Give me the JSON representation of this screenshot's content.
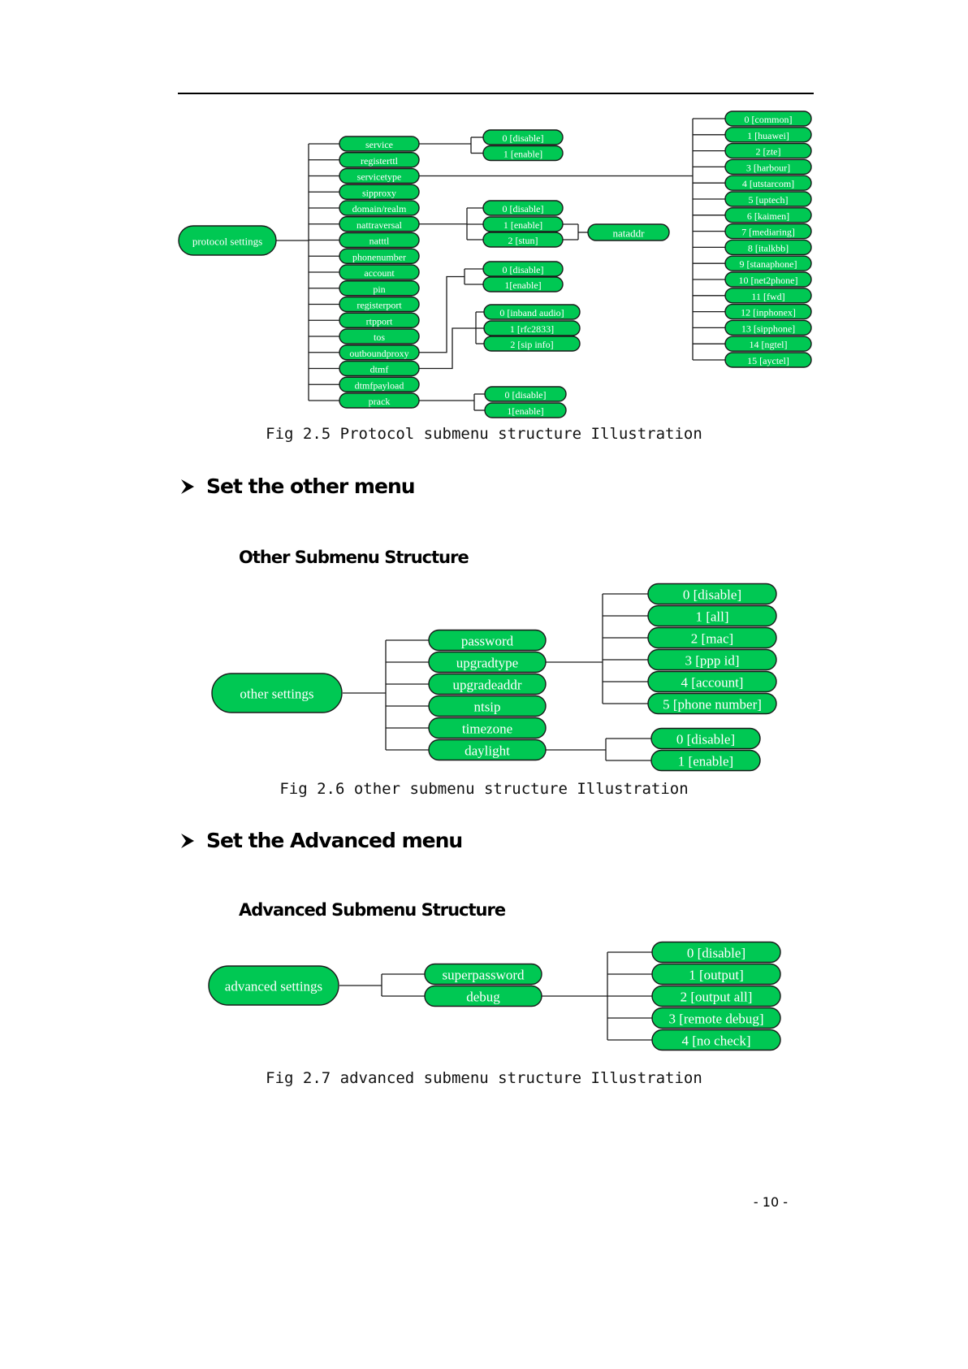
{
  "diagrams": {
    "protocol": {
      "root": "protocol settings",
      "items": [
        "service",
        "registerttl",
        "servicetype",
        "sipproxy",
        "domain/realm",
        "nattraversal",
        "natttl",
        "phonenumber",
        "account",
        "pin",
        "registerport",
        "rtpport",
        "tos",
        "outboundproxy",
        "dtmf",
        "dtmfpayload",
        "prack"
      ],
      "service_options": [
        "0 [disable]",
        "1 [enable]"
      ],
      "servicetype_options": [
        "0 [common]",
        "1 [huawei]",
        "2 [zte]",
        "3 [harbour]",
        "4 [utstarcom]",
        "5 [uptech]",
        "6 [kaimen]",
        "7 [mediaring]",
        "8 [italkbb]",
        "9 [stanaphone]",
        "10 [net2phone]",
        "11 [fwd]",
        "12 [inphonex]",
        "13 [sipphone]",
        "14 [ngtel]",
        "15 [ayctel]"
      ],
      "nattraversal_options": [
        "0 [disable]",
        "1 [enable]",
        "2 [stun]"
      ],
      "stun_child": "nataddr",
      "outboundproxy_options": [
        "0 [disable]",
        "1[enable]"
      ],
      "dtmf_options": [
        "0 [inband audio]",
        "1 [rfc2833]",
        "2 [sip info]"
      ],
      "prack_options": [
        "0 [disable]",
        "1[enable]"
      ]
    },
    "other": {
      "root": "other settings",
      "items": [
        "password",
        "upgradtype",
        "upgradeaddr",
        "ntsip",
        "timezone",
        "daylight"
      ],
      "upgradtype_options": [
        "0 [disable]",
        "1 [all]",
        "2 [mac]",
        "3 [ppp id]",
        "4 [account]",
        "5 [phone number]"
      ],
      "daylight_options": [
        "0 [disable]",
        "1 [enable]"
      ]
    },
    "advanced": {
      "root": "advanced settings",
      "items": [
        "superpassword",
        "debug"
      ],
      "debug_options": [
        "0 [disable]",
        "1 [output]",
        "2 [output all]",
        "3 [remote debug]",
        "4 [no check]"
      ]
    }
  },
  "captions": {
    "fig_2_5": "Fig 2.5 Protocol submenu structure Illustration",
    "fig_2_6": "Fig 2.6 other submenu structure Illustration",
    "fig_2_7": "Fig 2.7 advanced submenu structure Illustration"
  },
  "headings": {
    "other_menu": "Set the other menu",
    "other_sub": "Other Submenu Structure",
    "advanced_menu": "Set the Advanced menu",
    "advanced_sub": "Advanced Submenu Structure"
  },
  "page_number": "- 10 -",
  "colors": {
    "node_fill": "#00c853",
    "node_stroke": "#1a1a1a"
  }
}
